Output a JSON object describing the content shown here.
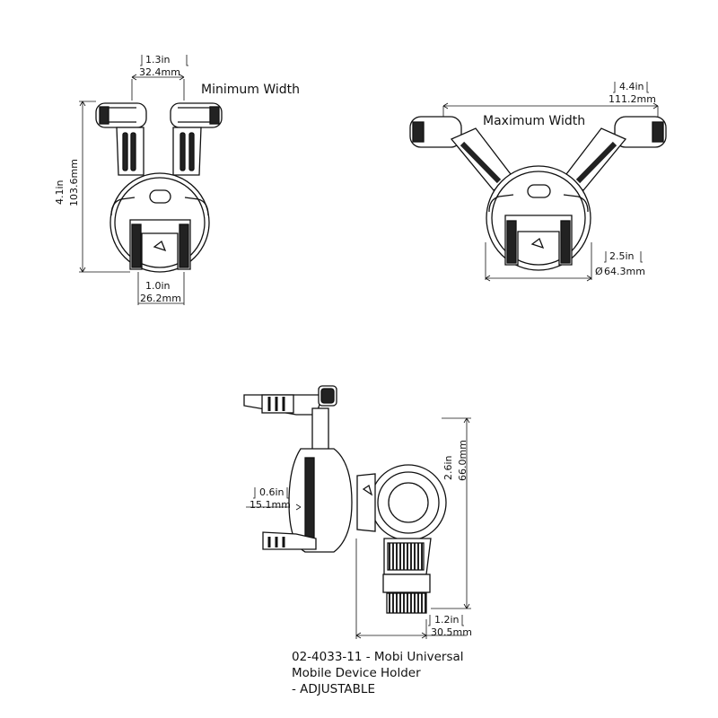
{
  "views": {
    "min_width": {
      "label": "Minimum Width",
      "top_dim_in": "1.3in",
      "top_dim_mm": "32.4mm",
      "height_in": "4.1in",
      "height_mm": "103.6mm",
      "bottom_dim_in": "1.0in",
      "bottom_dim_mm": "26.2mm"
    },
    "max_width": {
      "label": "Maximum Width",
      "top_dim_in": "4.4in",
      "top_dim_mm": "111.2mm",
      "dia_in": "2.5in",
      "dia_mm": "64.3mm",
      "dia_symbol": "Ø"
    },
    "side": {
      "height_in": "2.6in",
      "height_mm": "66.0mm",
      "grip_in": "0.6in",
      "grip_mm": "15.1mm",
      "base_in": "1.2in",
      "base_mm": "30.5mm"
    }
  },
  "caption": {
    "line1": "02-4033-11 - Mobi Universal",
    "line2": "Mobile Device Holder",
    "line3": "- ADJUSTABLE"
  }
}
